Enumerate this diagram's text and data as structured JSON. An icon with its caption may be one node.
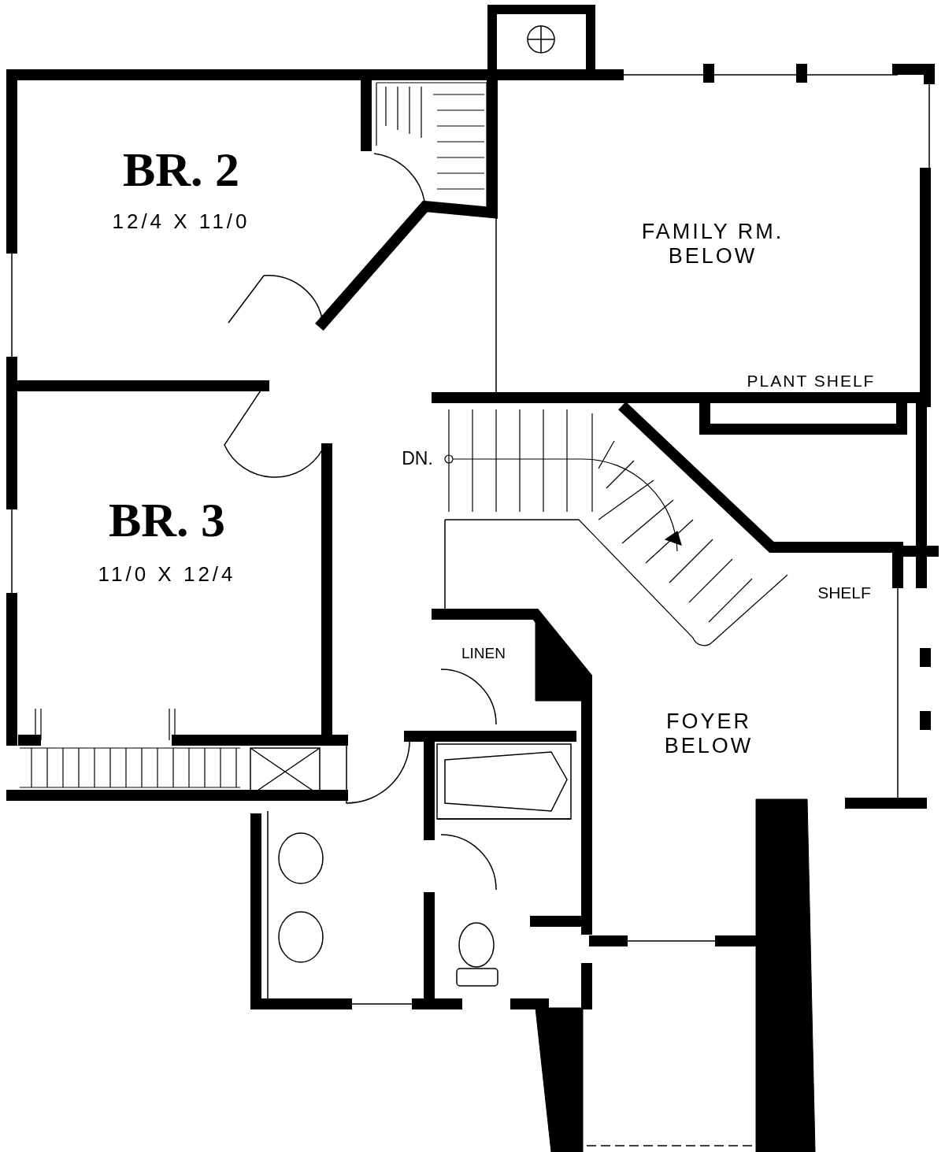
{
  "diagram": {
    "labels": [
      "BR. 2",
      "12/4 X 11/0",
      "FAMILY RM. BELOW",
      "PLANT SHELF",
      "DN.",
      "BR. 3",
      "11/0 X 12/4",
      "SHELF",
      "LINEN",
      "FOYER BELOW"
    ]
  }
}
